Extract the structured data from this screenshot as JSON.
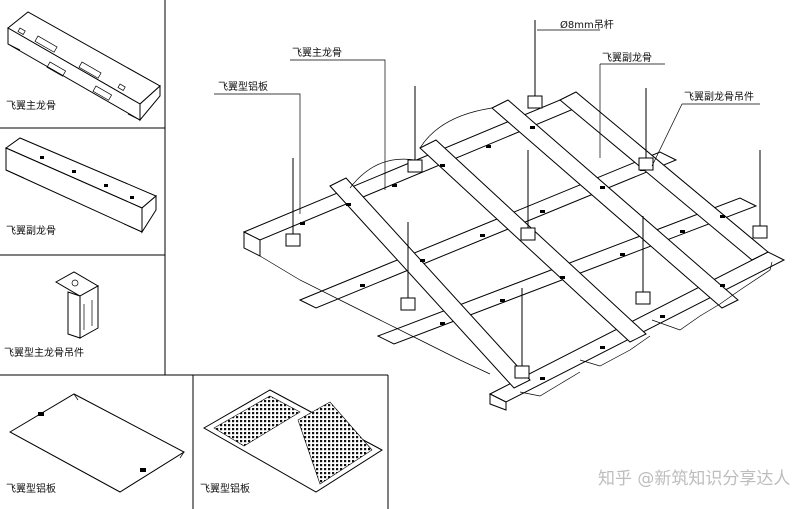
{
  "panels": {
    "main_runner": "飞翼主龙骨",
    "cross_runner": "飞翼副龙骨",
    "main_hanger": "飞翼型主龙骨吊件",
    "panel_left": "飞翼型铝板",
    "panel_right": "飞翼型铝板"
  },
  "callouts": {
    "rod": "Ø8mm吊杆",
    "main_runner": "飞翼主龙骨",
    "cross_runner": "飞翼副龙骨",
    "cross_hanger": "飞翼副龙骨吊件",
    "aluminum_panel": "飞翼型铝板"
  },
  "watermark": "知乎 @新筑知识分享达人"
}
